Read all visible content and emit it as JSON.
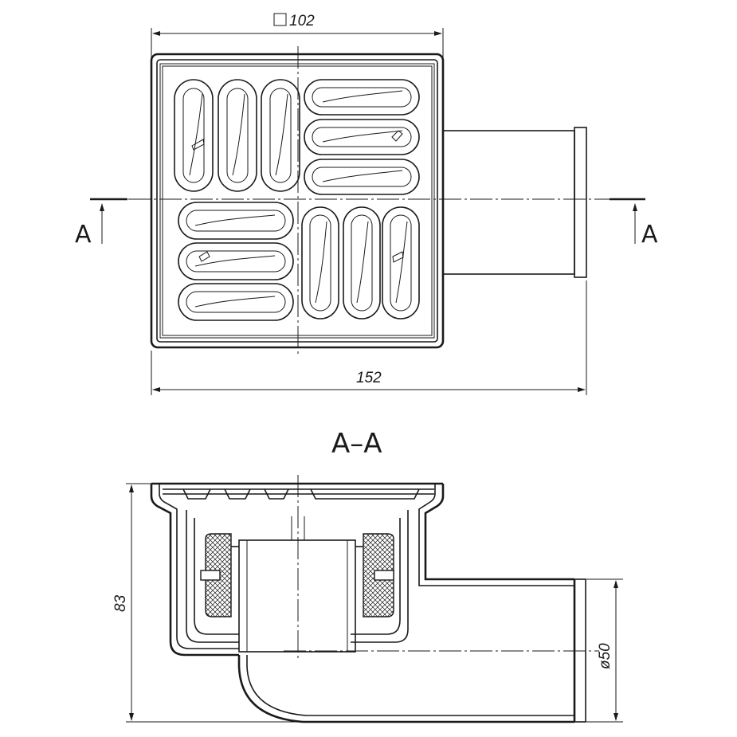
{
  "drawing": {
    "top_view": {
      "dim_width": "102",
      "dim_total": "152"
    },
    "section_marker": {
      "left_label": "A",
      "right_label": "A"
    },
    "section_view": {
      "title": "A–A",
      "dim_height": "83",
      "dim_outlet": "ø50"
    }
  }
}
